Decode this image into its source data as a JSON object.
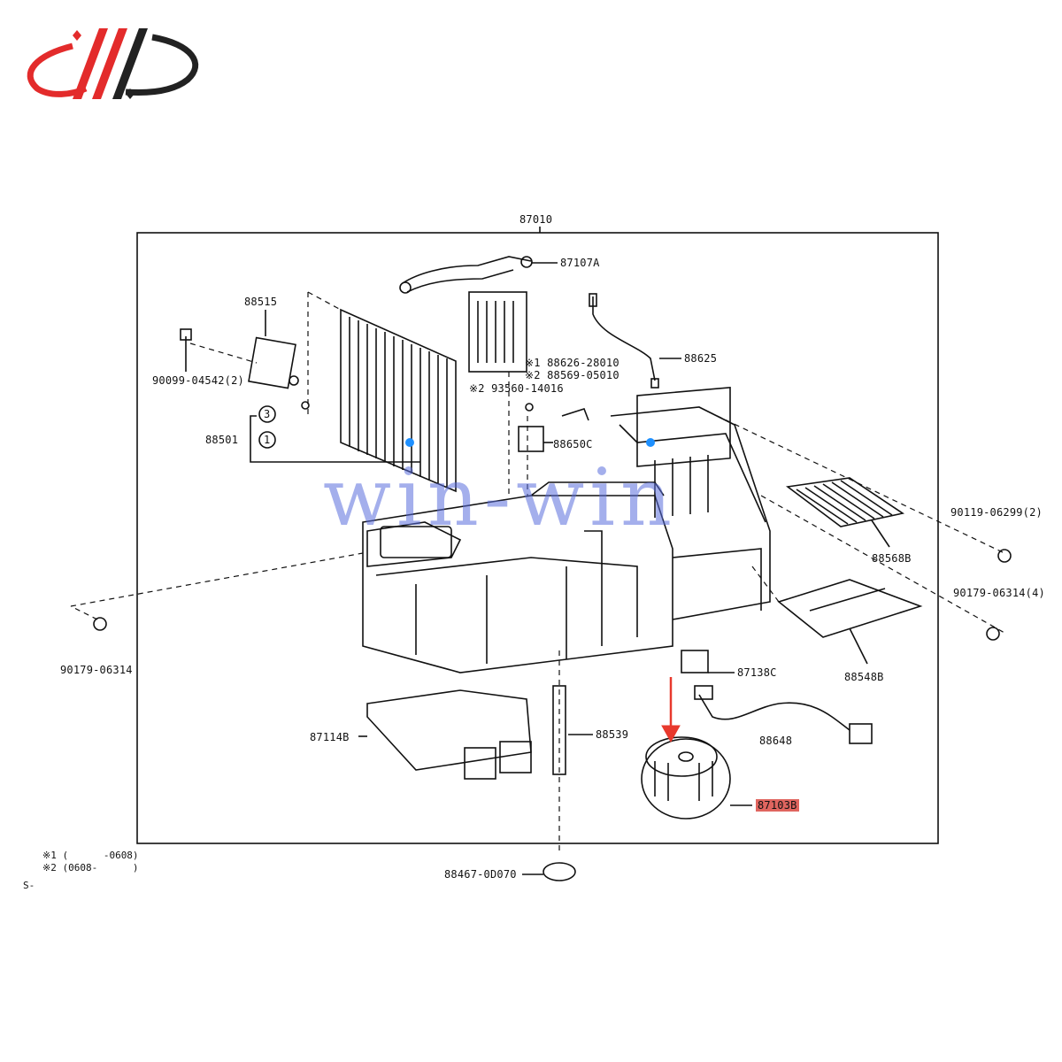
{
  "labels": {
    "top": "87010",
    "p87107a": "87107A",
    "p88515": "88515",
    "p90099": "90099-04542(2)",
    "p88625": "88625",
    "n1a": "※1 88626-28010",
    "n2a": "※2 88569-05010",
    "n2b": "※2 93560-14016",
    "c3": "3",
    "c1": "1",
    "p88501": "88501",
    "p88650c": "88650C",
    "p90119": "90119-06299(2)",
    "p88568b": "88568B",
    "p90179a": "90179-06314(4)",
    "p90179b": "90179-06314",
    "p87138c": "87138C",
    "p88548b": "88548B",
    "p87114b": "87114B",
    "p88539": "88539",
    "p88648": "88648",
    "p87103b": "87103B",
    "p88467": "88467-0D070"
  },
  "notes": {
    "line1": "※1 (      -0608)",
    "line2": "※2 (0608-      )",
    "line3": "S-"
  },
  "watermark": "win-win",
  "colors": {
    "highlight": "#e0655f",
    "arrow": "#e8392d",
    "logo_red": "#e32b2b",
    "logo_dark": "#222222",
    "dot": "#1e90ff"
  }
}
